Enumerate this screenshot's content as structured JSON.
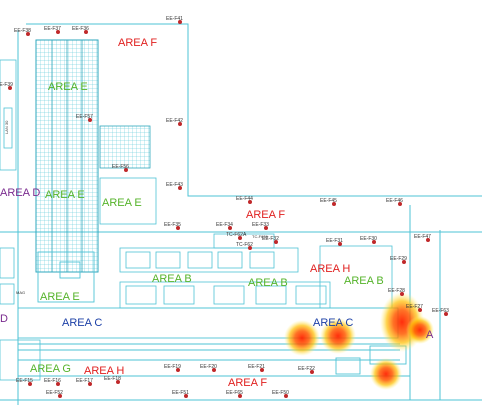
{
  "colors": {
    "line": "#4ec3d6",
    "line_dark": "#2ea7bd",
    "sensor": "#c0282a",
    "area_red": "#e0201f",
    "area_green": "#55b32a",
    "area_blue": "#1b3fa6",
    "area_purple": "#7a2b8f",
    "heat_hot": "#ff2a00",
    "heat_mid": "#ffb000",
    "heat_cool": "#ffe45a"
  },
  "areas": [
    {
      "label": "AREA F",
      "color": "red"
    },
    {
      "label": "AREA E",
      "color": "green"
    },
    {
      "label": "AREA E",
      "color": "green"
    },
    {
      "label": "AREA E",
      "color": "green"
    },
    {
      "label": "AREA D",
      "color": "purple"
    },
    {
      "label": "AREA F",
      "color": "red"
    },
    {
      "label": "AREA H",
      "color": "red"
    },
    {
      "label": "AREA B",
      "color": "green"
    },
    {
      "label": "AREA B",
      "color": "green"
    },
    {
      "label": "AREA B",
      "color": "green"
    },
    {
      "label": "AREA E",
      "color": "green"
    },
    {
      "label": "AREA C",
      "color": "blue"
    },
    {
      "label": "AREA C",
      "color": "blue"
    },
    {
      "label": "A",
      "color": "purple"
    },
    {
      "label": "D",
      "color": "purple"
    },
    {
      "label": "AREA G",
      "color": "green"
    },
    {
      "label": "AREA H",
      "color": "red"
    },
    {
      "label": "AREA F",
      "color": "red"
    }
  ],
  "sensors": [
    "EE-F38",
    "EE-F37",
    "EE-F36",
    "EE-F41",
    "EE-F39",
    "EE-F57",
    "EE-F42",
    "EE-F56",
    "EE-F43",
    "EE-F44",
    "EE-F45",
    "EE-F46",
    "EE-F35",
    "EE-F34",
    "EE-F33",
    "TC-F62A",
    "TC-F62",
    "EE-F32",
    "EE-F31",
    "EE-F30",
    "EE-F47",
    "EE-F29",
    "EE-F28",
    "EE-F27",
    "EE-F63",
    "EE-F22",
    "EE-F19",
    "EE-F20",
    "EE-F21",
    "EE-F15",
    "EE-F16",
    "EE-F17",
    "EE-F18",
    "EE-F52",
    "EE-F51",
    "EE-F65",
    "EE-F50"
  ],
  "small_labels": [
    "TC-F62A",
    "LAN 30",
    "MAG"
  ],
  "heat_spots": [
    {
      "label": "spot-1",
      "intensity": 0.85
    },
    {
      "label": "spot-2",
      "intensity": 0.8
    },
    {
      "label": "spot-3",
      "intensity": 1.0
    },
    {
      "label": "spot-4",
      "intensity": 0.9
    },
    {
      "label": "spot-5",
      "intensity": 0.7
    }
  ]
}
